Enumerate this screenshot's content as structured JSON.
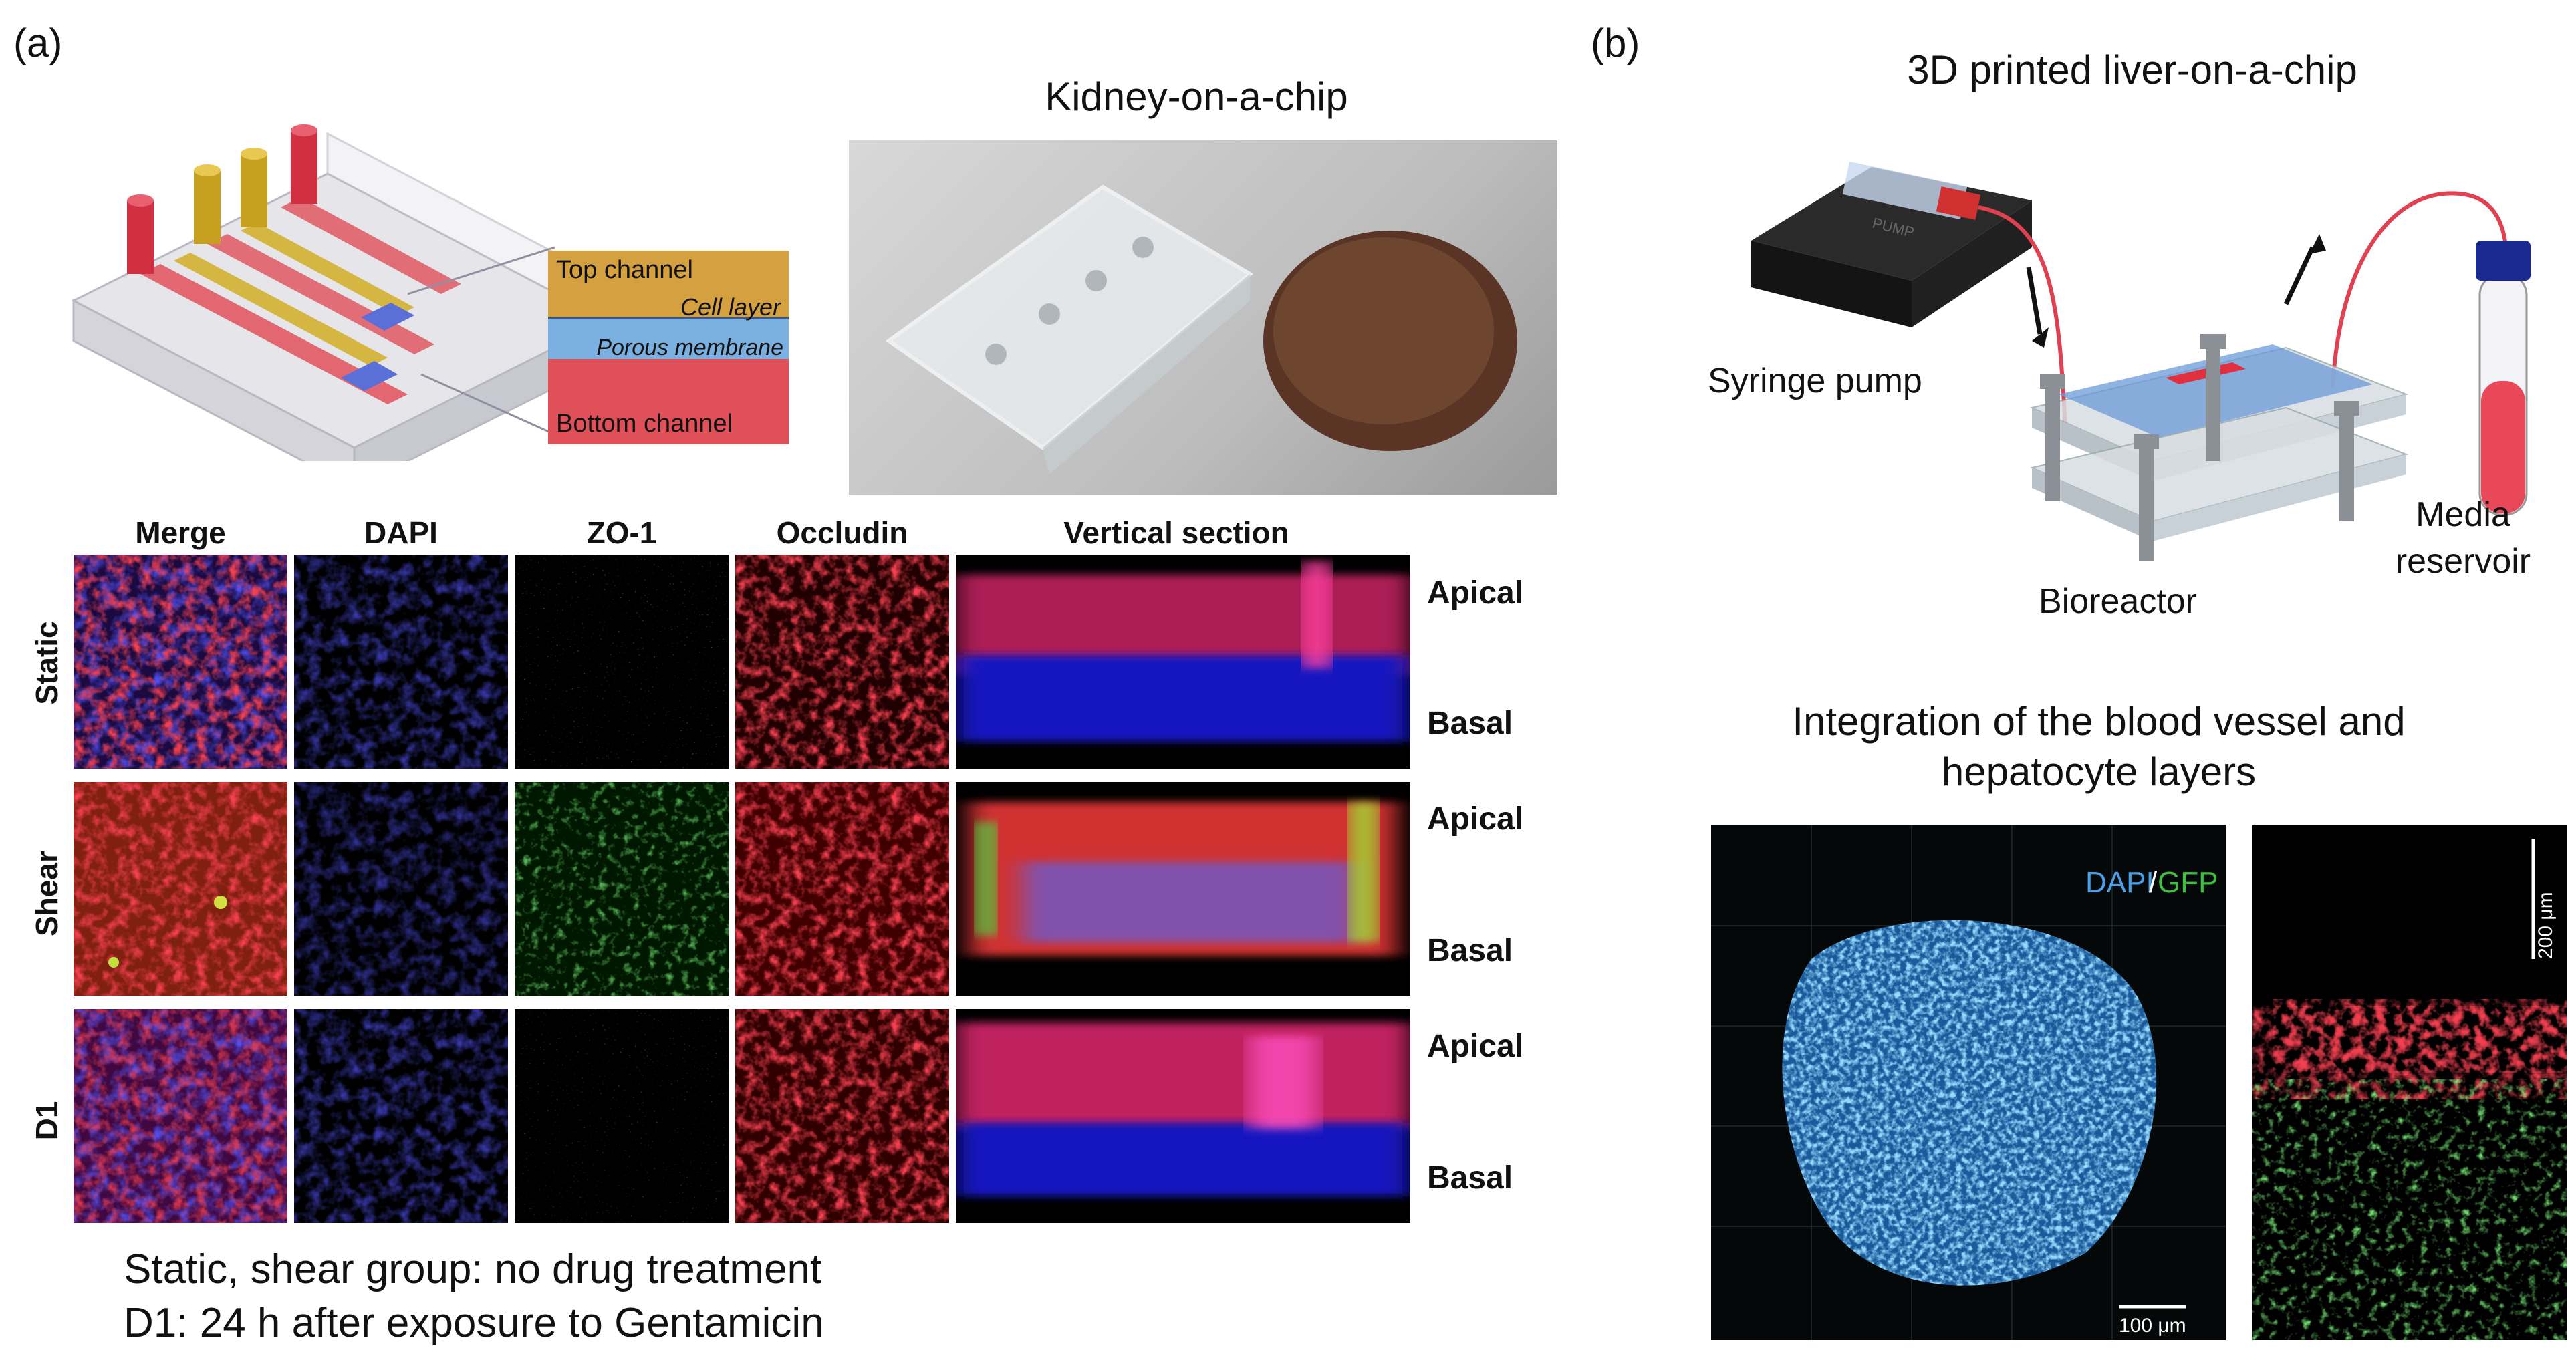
{
  "panel_a": {
    "label": "(a)",
    "kidney_title": "Kidney-on-a-chip",
    "schematic": {
      "top_channel": "Top channel",
      "cell_layer": "Cell layer",
      "porous_membrane": "Porous membrane",
      "bottom_channel": "Bottom channel"
    },
    "columns": [
      "Merge",
      "DAPI",
      "ZO-1",
      "Occludin",
      "Vertical section"
    ],
    "rows": [
      "Static",
      "Shear",
      "D1"
    ],
    "apical": "Apical",
    "basal": "Basal",
    "caption_line1": "Static, shear group: no drug treatment",
    "caption_line2": "D1: 24 h after exposure to Gentamicin"
  },
  "panel_b": {
    "label": "(b)",
    "liver_title": "3D printed liver-on-a-chip",
    "syringe_pump": "Syringe pump",
    "bioreactor": "Bioreactor",
    "media_line1": "Media",
    "media_line2": "reservoir",
    "pump_text": "PUMP",
    "integration_line1": "Integration of the blood vessel and",
    "integration_line2": "hepatocyte layers",
    "dapi": "DAPI",
    "slash": "/",
    "gfp": "GFP",
    "scale_100": "100 μm",
    "scale_200": "200 μm"
  },
  "colors": {
    "red_channel": "#e0505a",
    "yellow_channel": "#d4b030",
    "blue_channel": "#5a6fd8",
    "membrane_blue": "#5b88c8",
    "dapi_blue": "#1a1ad0",
    "zo1_green": "#30c030",
    "occludin_red": "#e01818",
    "dapi_label_blue": "#4aa0e8",
    "gfp_label_green": "#40c040"
  }
}
